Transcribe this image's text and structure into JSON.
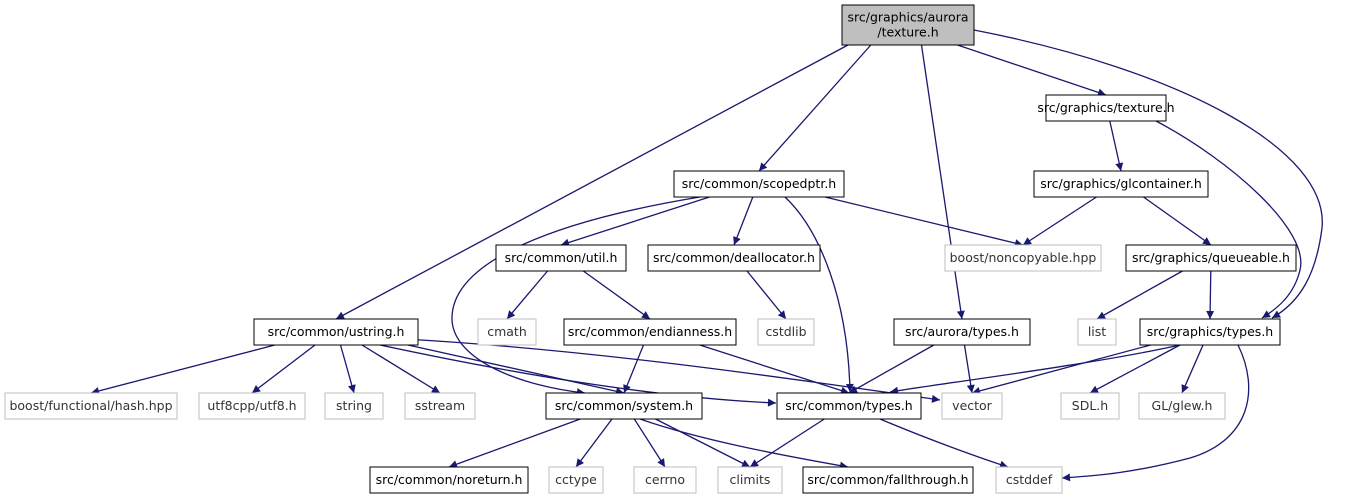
{
  "colors": {
    "edge": "#191970",
    "root_fill": "#bfbfbf",
    "node_border": "#000000",
    "external_border": "#bfbfbf",
    "background": "#ffffff"
  },
  "graph": {
    "nodes": [
      {
        "id": "texture_aurora",
        "lines": [
          "src/graphics/aurora",
          "/texture.h"
        ],
        "kind": "root"
      },
      {
        "id": "graphics_texture",
        "lines": [
          "src/graphics/texture.h"
        ],
        "kind": "internal"
      },
      {
        "id": "scopedptr",
        "lines": [
          "src/common/scopedptr.h"
        ],
        "kind": "internal"
      },
      {
        "id": "glcontainer",
        "lines": [
          "src/graphics/glcontainer.h"
        ],
        "kind": "internal"
      },
      {
        "id": "util",
        "lines": [
          "src/common/util.h"
        ],
        "kind": "internal"
      },
      {
        "id": "deallocator",
        "lines": [
          "src/common/deallocator.h"
        ],
        "kind": "internal"
      },
      {
        "id": "noncopyable",
        "lines": [
          "boost/noncopyable.hpp"
        ],
        "kind": "external"
      },
      {
        "id": "queueable",
        "lines": [
          "src/graphics/queueable.h"
        ],
        "kind": "internal"
      },
      {
        "id": "ustring",
        "lines": [
          "src/common/ustring.h"
        ],
        "kind": "internal"
      },
      {
        "id": "cmath",
        "lines": [
          "cmath"
        ],
        "kind": "external"
      },
      {
        "id": "endianness",
        "lines": [
          "src/common/endianness.h"
        ],
        "kind": "internal"
      },
      {
        "id": "cstdlib",
        "lines": [
          "cstdlib"
        ],
        "kind": "external"
      },
      {
        "id": "aurora_types",
        "lines": [
          "src/aurora/types.h"
        ],
        "kind": "internal"
      },
      {
        "id": "list",
        "lines": [
          "list"
        ],
        "kind": "external"
      },
      {
        "id": "graphics_types",
        "lines": [
          "src/graphics/types.h"
        ],
        "kind": "internal"
      },
      {
        "id": "boost_hash",
        "lines": [
          "boost/functional/hash.hpp"
        ],
        "kind": "external"
      },
      {
        "id": "utf8",
        "lines": [
          "utf8cpp/utf8.h"
        ],
        "kind": "external"
      },
      {
        "id": "string",
        "lines": [
          "string"
        ],
        "kind": "external"
      },
      {
        "id": "sstream",
        "lines": [
          "sstream"
        ],
        "kind": "external"
      },
      {
        "id": "system",
        "lines": [
          "src/common/system.h"
        ],
        "kind": "internal"
      },
      {
        "id": "common_types",
        "lines": [
          "src/common/types.h"
        ],
        "kind": "internal"
      },
      {
        "id": "vector",
        "lines": [
          "vector"
        ],
        "kind": "external"
      },
      {
        "id": "sdl",
        "lines": [
          "SDL.h"
        ],
        "kind": "external"
      },
      {
        "id": "glew",
        "lines": [
          "GL/glew.h"
        ],
        "kind": "external"
      },
      {
        "id": "noreturn",
        "lines": [
          "src/common/noreturn.h"
        ],
        "kind": "internal"
      },
      {
        "id": "cctype",
        "lines": [
          "cctype"
        ],
        "kind": "external"
      },
      {
        "id": "cerrno",
        "lines": [
          "cerrno"
        ],
        "kind": "external"
      },
      {
        "id": "climits",
        "lines": [
          "climits"
        ],
        "kind": "external"
      },
      {
        "id": "fallthrough",
        "lines": [
          "src/common/fallthrough.h"
        ],
        "kind": "internal"
      },
      {
        "id": "cstddef",
        "lines": [
          "cstddef"
        ],
        "kind": "external"
      }
    ],
    "edges": [
      [
        "texture_aurora",
        "graphics_texture"
      ],
      [
        "texture_aurora",
        "scopedptr"
      ],
      [
        "texture_aurora",
        "ustring"
      ],
      [
        "texture_aurora",
        "aurora_types"
      ],
      [
        "texture_aurora",
        "graphics_types"
      ],
      [
        "graphics_texture",
        "glcontainer"
      ],
      [
        "graphics_texture",
        "graphics_types"
      ],
      [
        "glcontainer",
        "noncopyable"
      ],
      [
        "glcontainer",
        "queueable"
      ],
      [
        "queueable",
        "list"
      ],
      [
        "queueable",
        "graphics_types"
      ],
      [
        "scopedptr",
        "util"
      ],
      [
        "scopedptr",
        "deallocator"
      ],
      [
        "scopedptr",
        "noncopyable"
      ],
      [
        "scopedptr",
        "system"
      ],
      [
        "scopedptr",
        "common_types"
      ],
      [
        "util",
        "cmath"
      ],
      [
        "util",
        "endianness"
      ],
      [
        "deallocator",
        "cstdlib"
      ],
      [
        "endianness",
        "system"
      ],
      [
        "endianness",
        "common_types"
      ],
      [
        "ustring",
        "boost_hash"
      ],
      [
        "ustring",
        "utf8"
      ],
      [
        "ustring",
        "string"
      ],
      [
        "ustring",
        "sstream"
      ],
      [
        "ustring",
        "system"
      ],
      [
        "ustring",
        "common_types"
      ],
      [
        "ustring",
        "vector"
      ],
      [
        "aurora_types",
        "common_types"
      ],
      [
        "aurora_types",
        "vector"
      ],
      [
        "graphics_types",
        "common_types"
      ],
      [
        "graphics_types",
        "vector"
      ],
      [
        "graphics_types",
        "sdl"
      ],
      [
        "graphics_types",
        "glew"
      ],
      [
        "graphics_types",
        "cstddef"
      ],
      [
        "system",
        "noreturn"
      ],
      [
        "system",
        "cctype"
      ],
      [
        "system",
        "cerrno"
      ],
      [
        "system",
        "climits"
      ],
      [
        "system",
        "fallthrough"
      ],
      [
        "common_types",
        "climits"
      ],
      [
        "common_types",
        "cstddef"
      ]
    ]
  }
}
